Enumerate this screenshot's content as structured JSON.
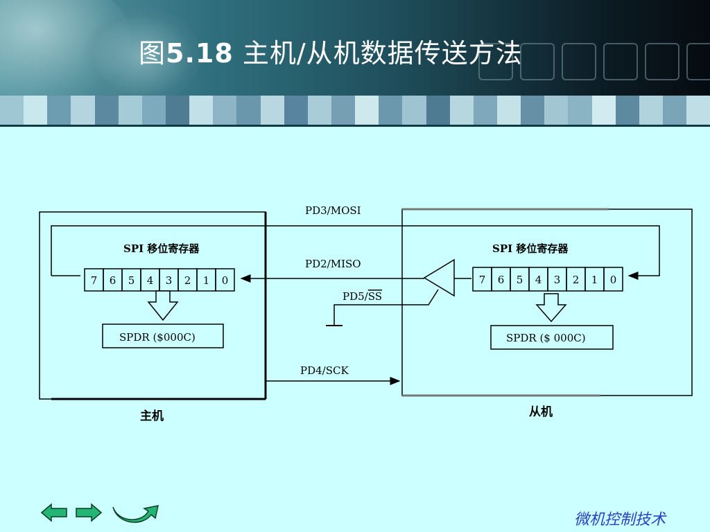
{
  "slide": {
    "title_prefix": "图",
    "title_number": "5.18",
    "title_text": "主机/从机数据传送方法",
    "footer": "微机控制技术"
  },
  "diagram": {
    "master": {
      "register_label": "SPI 移位寄存器",
      "bits": [
        "7",
        "6",
        "5",
        "4",
        "3",
        "2",
        "1",
        "0"
      ],
      "spdr_label": "SPDR ($000C)",
      "caption": "主机"
    },
    "slave": {
      "register_label": "SPI 移位寄存器",
      "bits": [
        "7",
        "6",
        "5",
        "4",
        "3",
        "2",
        "1",
        "0"
      ],
      "spdr_label": "SPDR ($ 000C)",
      "caption": "从机"
    },
    "signals": {
      "mosi": "PD3/MOSI",
      "miso": "PD2/MISO",
      "ss_prefix": "PD5/",
      "ss_bar": "SS",
      "sck": "PD4/SCK"
    }
  },
  "nav": {
    "prev": "back-arrow",
    "next": "forward-arrow",
    "return": "return-arrow"
  },
  "colors": {
    "background": "#ccffff",
    "nav_green": "#22b573",
    "footer_blue": "#2a3fc8"
  }
}
